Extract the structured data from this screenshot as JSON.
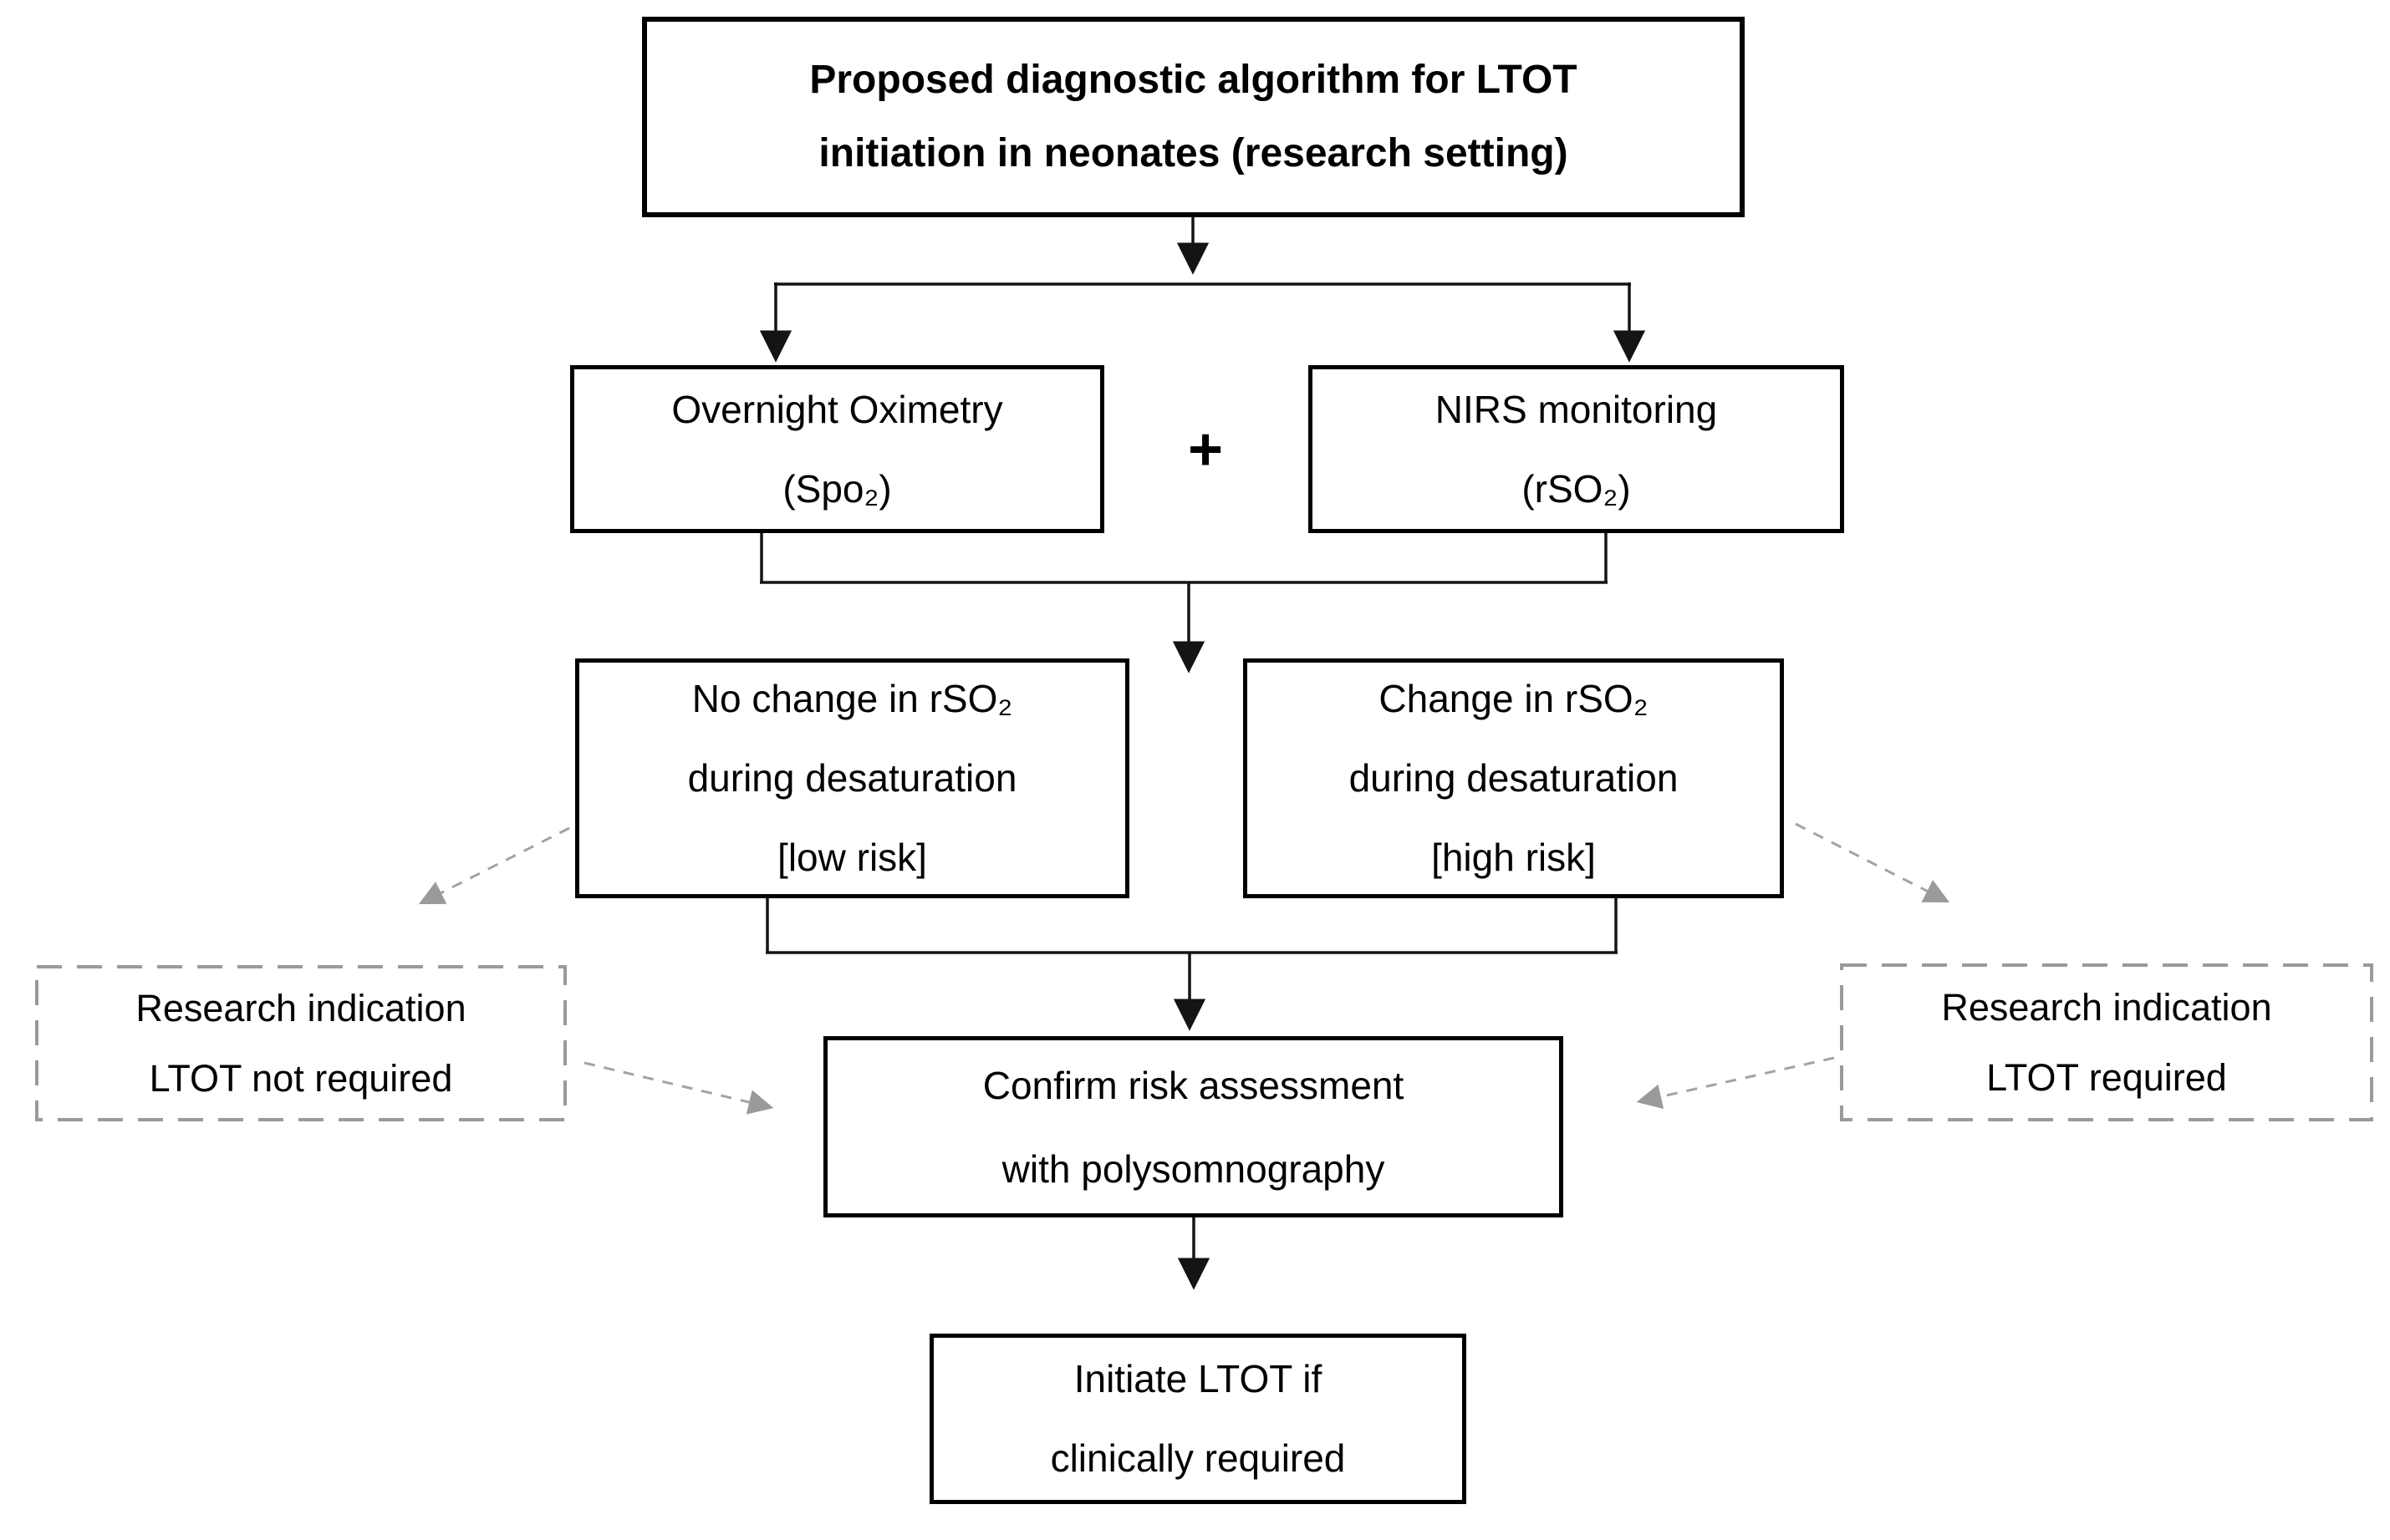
{
  "title_box": {
    "lines": [
      "Proposed diagnostic algorithm for LTOT",
      "initiation in neonates (research setting)"
    ]
  },
  "plus_sign": "+",
  "boxes": {
    "oximetry": {
      "lines": [
        "Overnight Oximetry",
        "(Spo₂)"
      ]
    },
    "nirs": {
      "lines": [
        "NIRS monitoring",
        "(rSO₂)"
      ]
    },
    "no_change": {
      "lines": [
        "No change in rSO₂",
        "during desaturation",
        "[low risk]"
      ]
    },
    "change": {
      "lines": [
        "Change in rSO₂",
        "during desaturation",
        "[high risk]"
      ]
    },
    "ltot_not_required": {
      "lines": [
        "Research indication",
        "LTOT not required"
      ]
    },
    "ltot_required": {
      "lines": [
        "Research indication",
        "LTOT required"
      ]
    },
    "confirm": {
      "lines": [
        "Confirm risk assessment",
        "with polysomnography"
      ]
    },
    "initiate": {
      "lines": [
        "Initiate LTOT if",
        "clinically required"
      ]
    }
  },
  "colors": {
    "line": "#141414",
    "gray": "#a3a3a3",
    "graydark": "#9a9a9a",
    "boxborder": "#000000",
    "text": "#000000",
    "bg": "#ffffff"
  }
}
